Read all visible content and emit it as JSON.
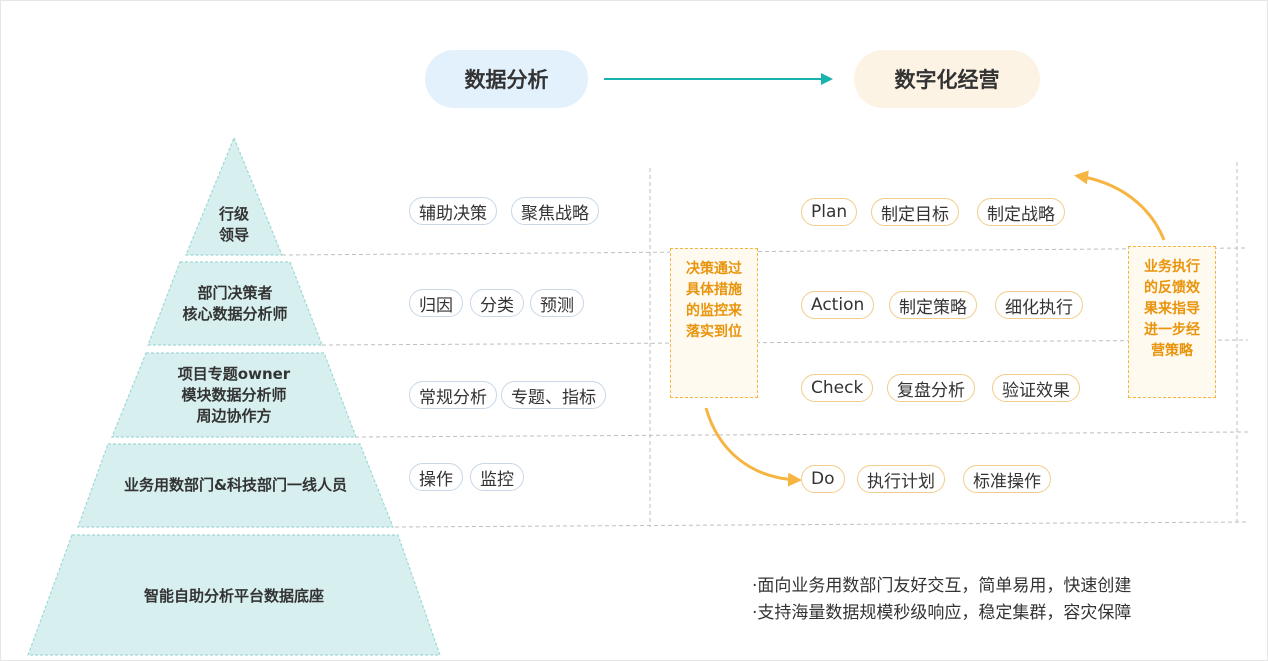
{
  "header": {
    "left_title": "数据分析",
    "right_title": "数字化经营",
    "arrow_color": "#19b3ad"
  },
  "pyramid": {
    "fill_color": "#d7f0ef",
    "levels": [
      {
        "label": "行级\n领导",
        "tags": [
          "辅助决策",
          "聚焦战略"
        ]
      },
      {
        "label": "部门决策者\n核心数据分析师",
        "tags": [
          "归因",
          "分类",
          "预测"
        ]
      },
      {
        "label": "项目专题owner\n模块数据分析师\n周边协作方",
        "tags": [
          "常规分析",
          "专题、指标"
        ]
      },
      {
        "label": "业务用数部门&科技部门一线人员",
        "tags": [
          "操作",
          "监控"
        ]
      },
      {
        "label": "智能自助分析平台数据底座",
        "tags": []
      }
    ]
  },
  "pdca": {
    "accent_color": "#f5b540",
    "rows": [
      {
        "tags": [
          "Plan",
          "制定目标",
          "制定战略"
        ]
      },
      {
        "tags": [
          "Action",
          "制定策略",
          "细化执行"
        ]
      },
      {
        "tags": [
          "Check",
          "复盘分析",
          "验证效果"
        ]
      },
      {
        "tags": [
          "Do",
          "执行计划",
          "标准操作"
        ]
      }
    ]
  },
  "notes": {
    "left": "决策通过\n具体措施\n的监控来\n落实到位",
    "right": "业务执行\n的反馈效\n果来指导\n进一步经\n营策略"
  },
  "bullets": [
    "·面向业务用数部门友好交互，简单易用，快速创建",
    "·支持海量数据规模秒级响应，稳定集群，容灾保障"
  ]
}
